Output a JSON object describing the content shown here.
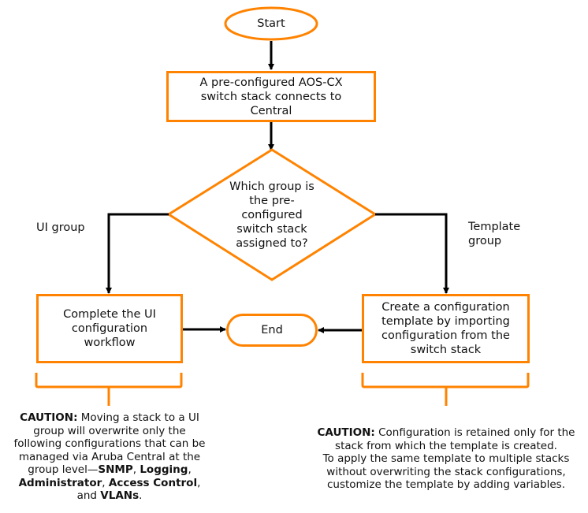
{
  "diagram": {
    "accent_color": "#ff8300",
    "line_color": "#000000",
    "nodes": {
      "start": "Start",
      "connect": "A pre-configured AOS-CX switch stack connects to Central",
      "decision": "Which group is the pre-configured switch stack assigned to?",
      "ui_step": "Complete the UI configuration workflow",
      "template_step": "Create a configuration template by importing configuration from the switch stack",
      "end": "End"
    },
    "branch_labels": {
      "left": "UI group",
      "right_line1": "Template",
      "right_line2": "group"
    },
    "notes": {
      "left": {
        "caution_label": "CAUTION:",
        "text1": " Moving a stack to a UI group will overwrite only the following configurations that can be managed via Aruba Central at the group level—",
        "item1": "SNMP",
        "sep1": ", ",
        "item2": "Logging",
        "sep2": ", ",
        "item3": "Administrator",
        "sep3": ", ",
        "item4": "Access Control",
        "sep4": ", and ",
        "item5": "VLANs",
        "end": "."
      },
      "right": {
        "caution_label": "CAUTION:",
        "text1": " Configuration is retained only for the stack from which the template is created.",
        "text2": "To apply the same template to multiple stacks without overwriting the stack configurations, customize the template by adding variables."
      }
    }
  }
}
